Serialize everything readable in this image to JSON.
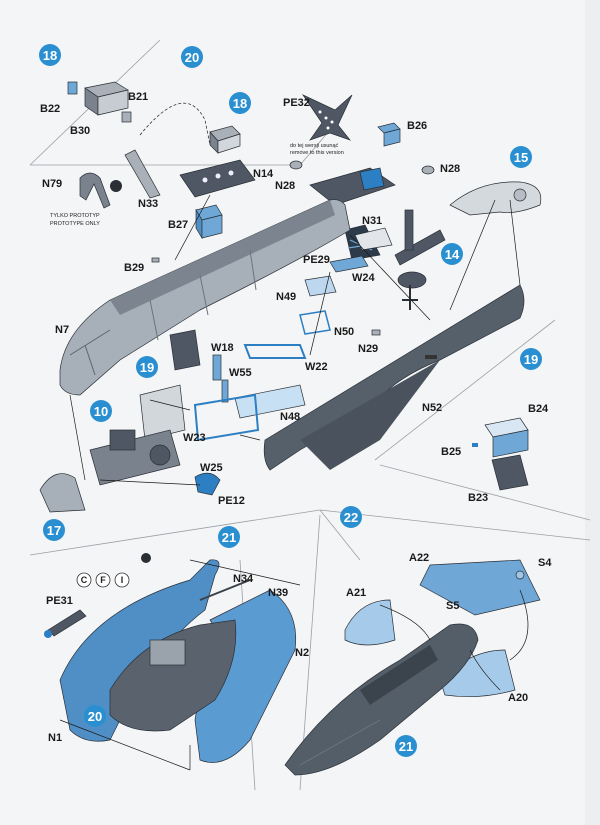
{
  "steps": {
    "s18": "18",
    "s20": "20",
    "s18b": "18",
    "s15": "15",
    "s14": "14",
    "s19": "19",
    "s19b": "19",
    "s10": "10",
    "s17": "17",
    "s21": "21",
    "s22": "22",
    "s20b": "20",
    "s21b": "21"
  },
  "labels": {
    "B21": "B21",
    "B22": "B22",
    "B30": "B30",
    "PE32": "PE32",
    "B26": "B26",
    "N14": "N14",
    "N79": "N79",
    "N33": "N33",
    "B27": "B27",
    "N28a": "N28",
    "N28b": "N28",
    "N31": "N31",
    "B29": "B29",
    "PE29": "PE29",
    "W24": "W24",
    "N49": "N49",
    "N7": "N7",
    "N50": "N50",
    "N29": "N29",
    "W18": "W18",
    "W55": "W55",
    "W22": "W22",
    "N48": "N48",
    "N52": "N52",
    "W23": "W23",
    "W25": "W25",
    "PE12": "PE12",
    "B24": "B24",
    "B25": "B25",
    "B23": "B23",
    "N34": "N34",
    "N39": "N39",
    "PE31": "PE31",
    "N2": "N2",
    "N1": "N1",
    "A22": "A22",
    "S4": "S4",
    "A21": "A21",
    "S5": "S5",
    "A20": "A20"
  },
  "notes": {
    "prototype_pl": "TYLKO PROTOTYP",
    "prototype_en": "PROTOTYPE ONLY",
    "remove_pl": "do tej wersji usunąć",
    "remove_en": "remove to this version"
  },
  "paint_options": [
    "C",
    "F",
    "I"
  ],
  "colors": {
    "accent_blue": "#2a8fd0",
    "part_blue": "#6fa8d6",
    "part_grey": "#4e5763"
  }
}
